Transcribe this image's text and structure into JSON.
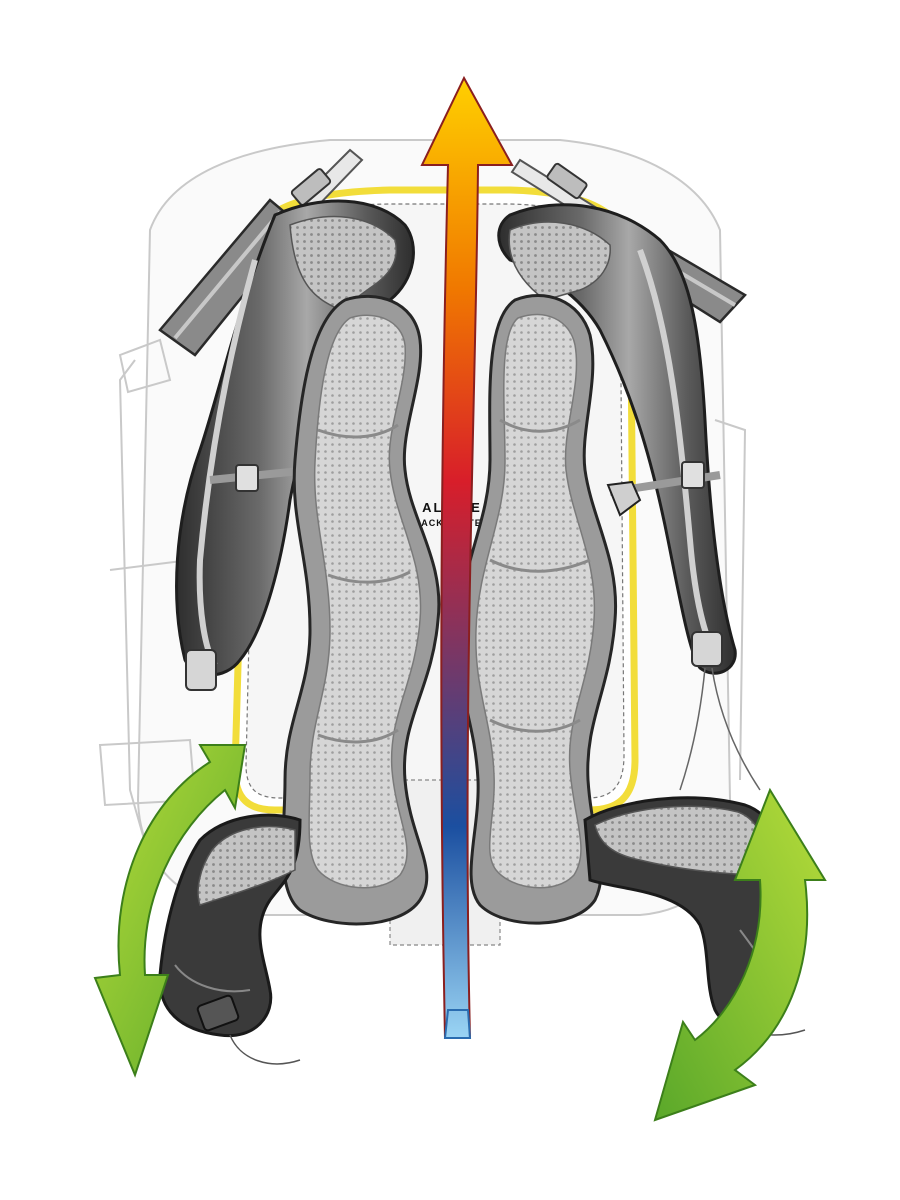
{
  "back_panel_logo": {
    "line1": "ALPINE",
    "line2": "BACK SYSTEM"
  },
  "colors": {
    "airflow_top": "#ffd000",
    "airflow_upper_mid": "#f07800",
    "airflow_mid": "#d81e2a",
    "airflow_lower_mid": "#1b4fa0",
    "airflow_bottom": "#9ad4f4",
    "pivot_arrow_fill": "#8cc63f",
    "pivot_arrow_dark": "#4f9a1e",
    "strap_dark": "#3d3d3d",
    "strap_light": "#9a9a9a",
    "mesh_light": "#cfcfcf",
    "back_panel_edge": "#f2dd3a"
  },
  "icons": {
    "airflow_arrow": "vertical-ventilation-arrow",
    "left_pivot_arrow": "curved-double-arrow",
    "right_pivot_arrow": "curved-double-arrow"
  }
}
